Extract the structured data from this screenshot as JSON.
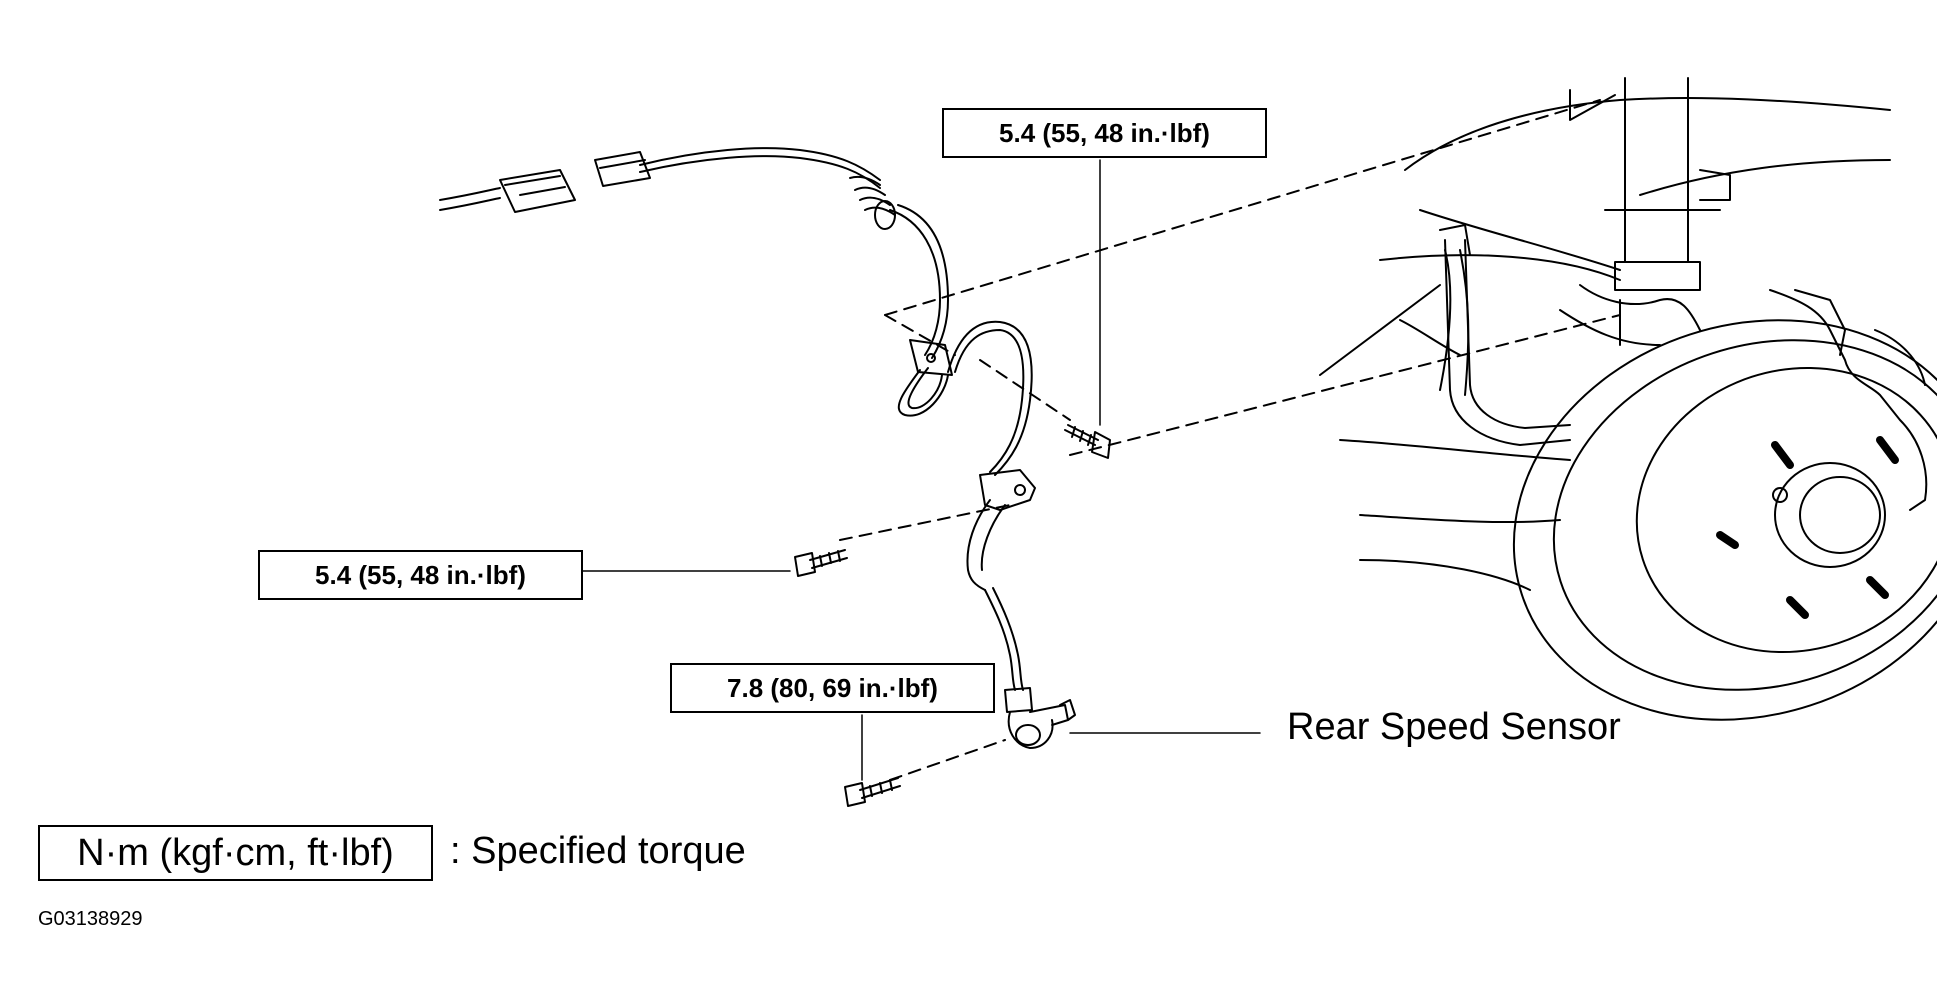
{
  "torque_labels": {
    "top": "5.4 (55, 48 in.·lbf)",
    "middle": "5.4 (55, 48 in.·lbf)",
    "bottom": "7.8 (80, 69 in.·lbf)"
  },
  "component_label": "Rear Speed Sensor",
  "legend": {
    "box_text": "N·m (kgf·cm, ft·lbf)",
    "description": ": Specified torque"
  },
  "figure_code": "G03138929"
}
